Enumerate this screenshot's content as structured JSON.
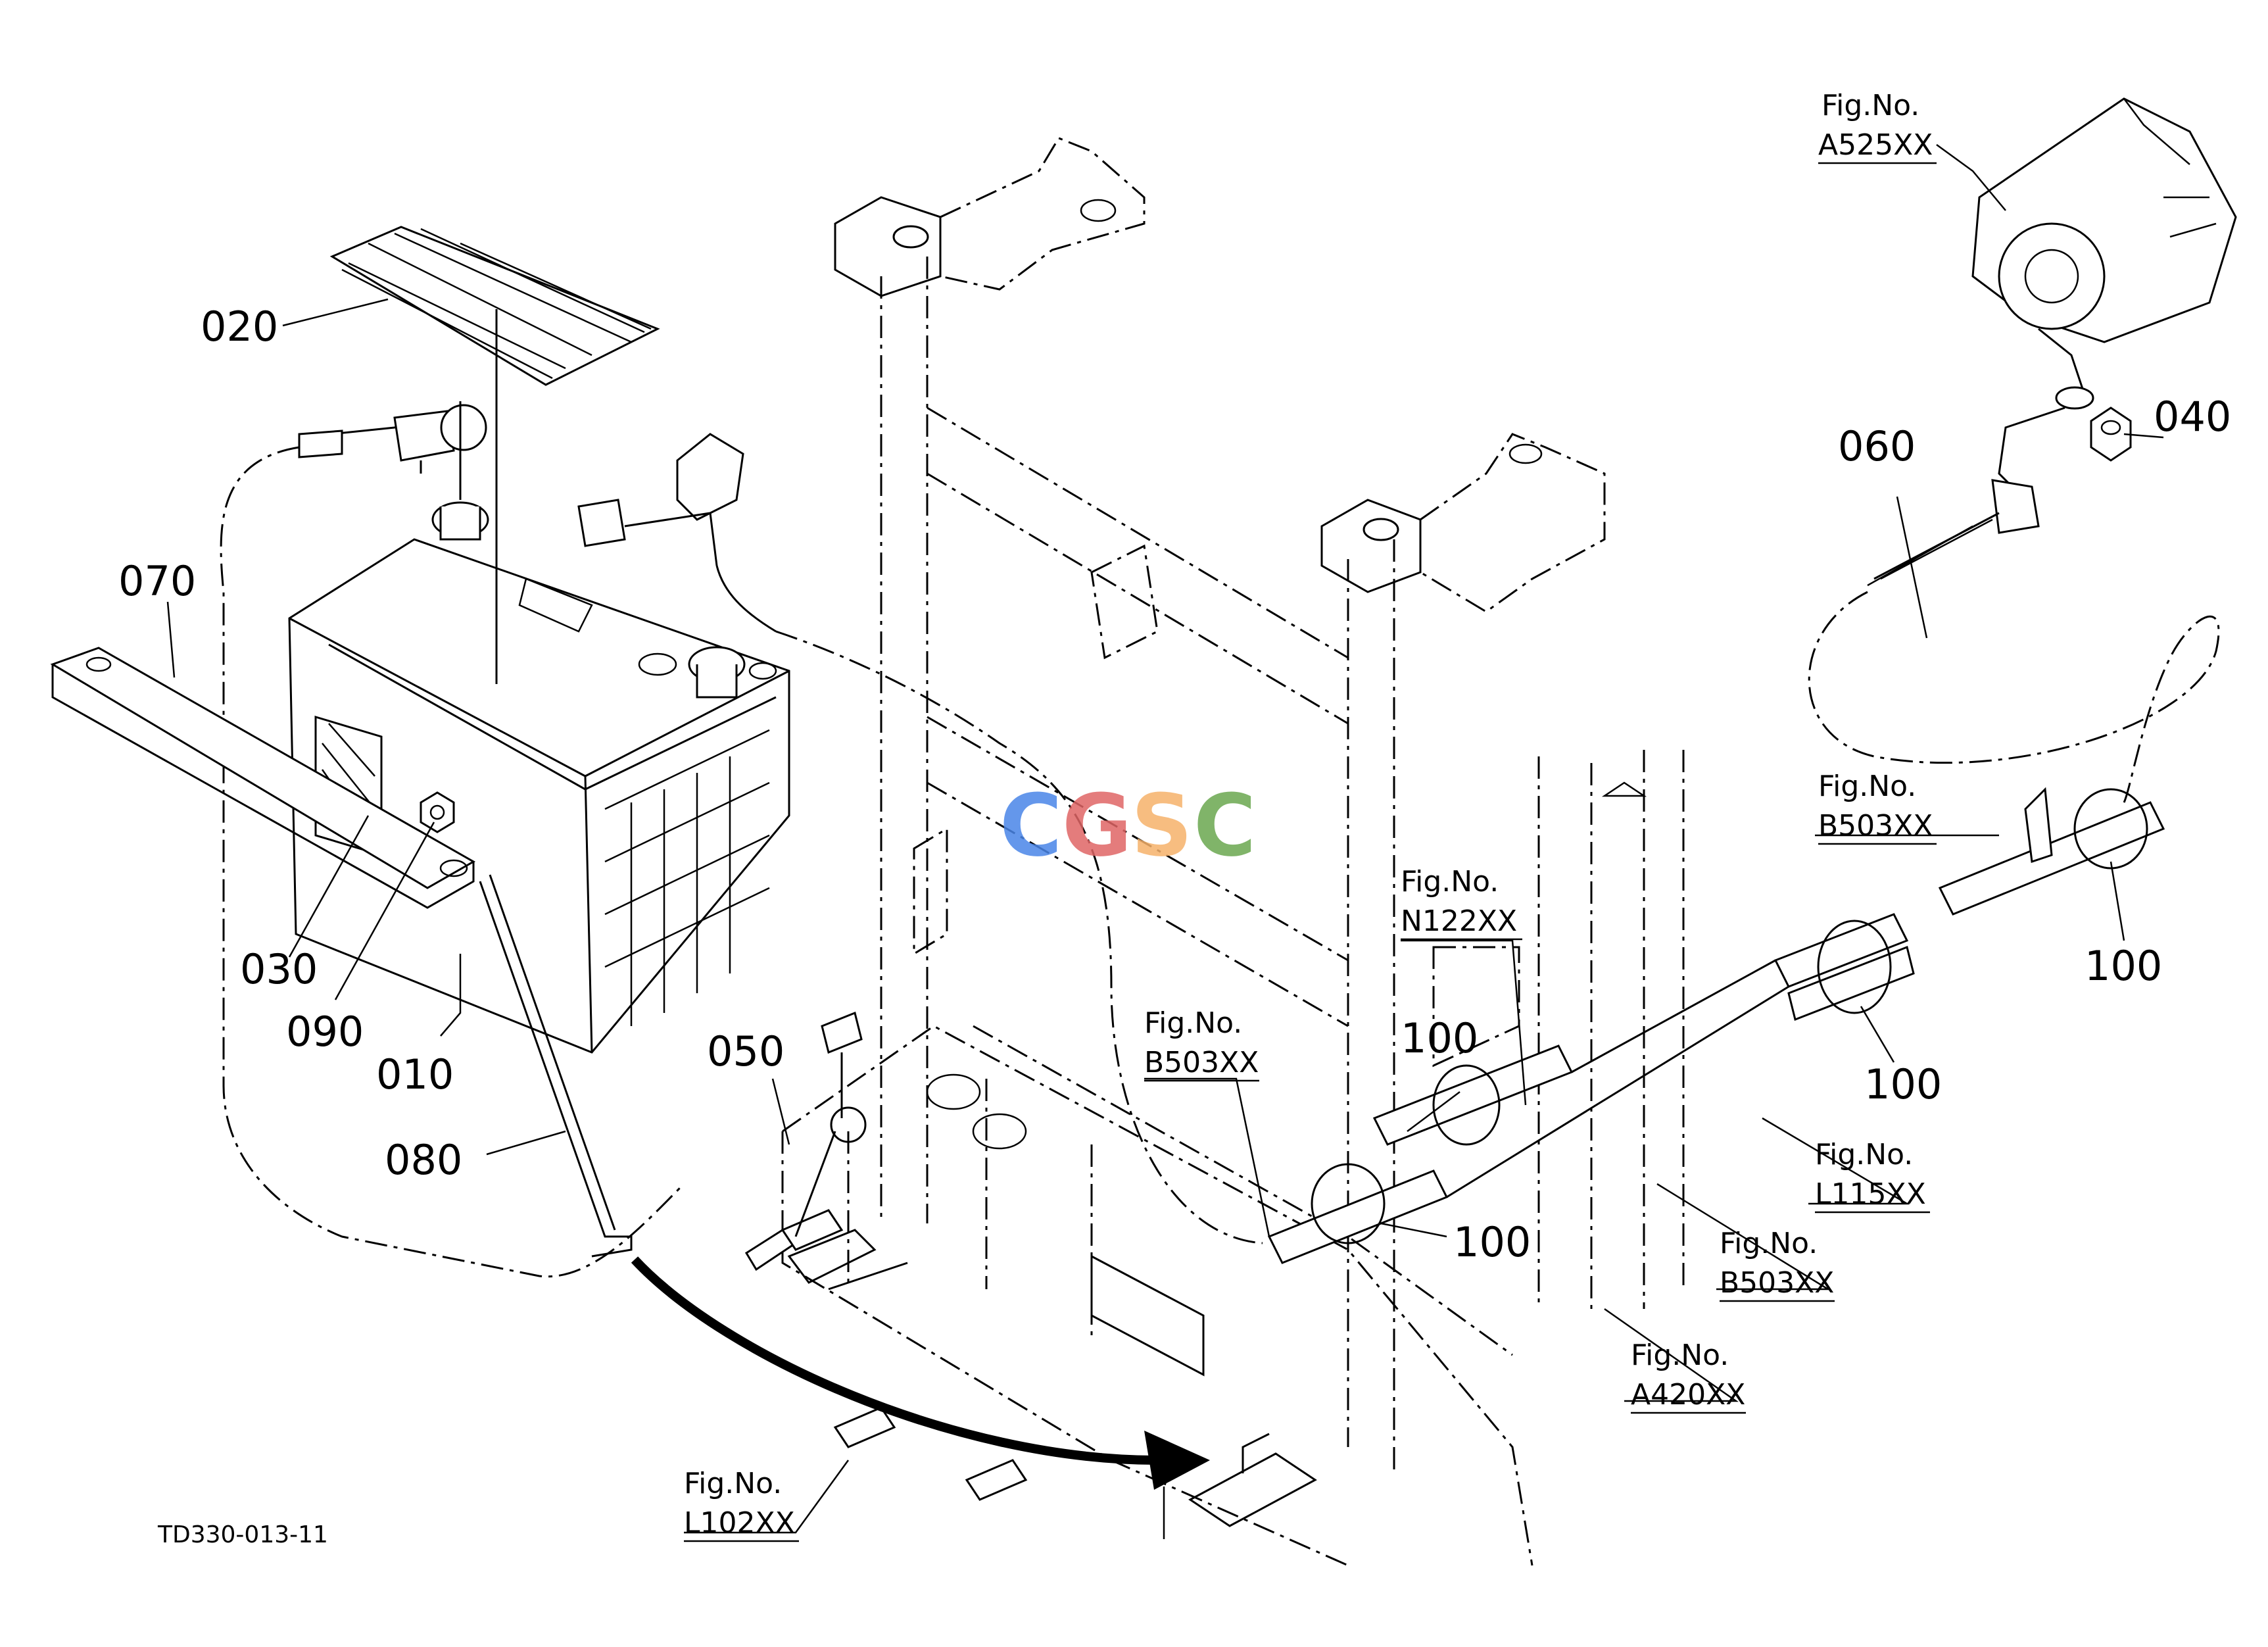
{
  "drawing_code": "TD330-013-11",
  "watermark": "CGSC",
  "part_labels": [
    "010",
    "020",
    "030",
    "040",
    "050",
    "060",
    "070",
    "080",
    "090",
    "100",
    "100",
    "100",
    "100"
  ],
  "fig_refs": [
    {
      "caption": "Fig.No.",
      "code": "A525XX"
    },
    {
      "caption": "Fig.No.",
      "code": "B503XX"
    },
    {
      "caption": "Fig.No.",
      "code": "N122XX"
    },
    {
      "caption": "Fig.No.",
      "code": "B503XX"
    },
    {
      "caption": "Fig.No.",
      "code": "L115XX"
    },
    {
      "caption": "Fig.No.",
      "code": "B503XX"
    },
    {
      "caption": "Fig.No.",
      "code": "A420XX"
    },
    {
      "caption": "Fig.No.",
      "code": "L102XX"
    }
  ],
  "colors": {
    "line": "#000000",
    "background": "#ffffff",
    "watermark": [
      "#4a86e8",
      "#e06666",
      "#f6b26b",
      "#6aa84f"
    ]
  }
}
